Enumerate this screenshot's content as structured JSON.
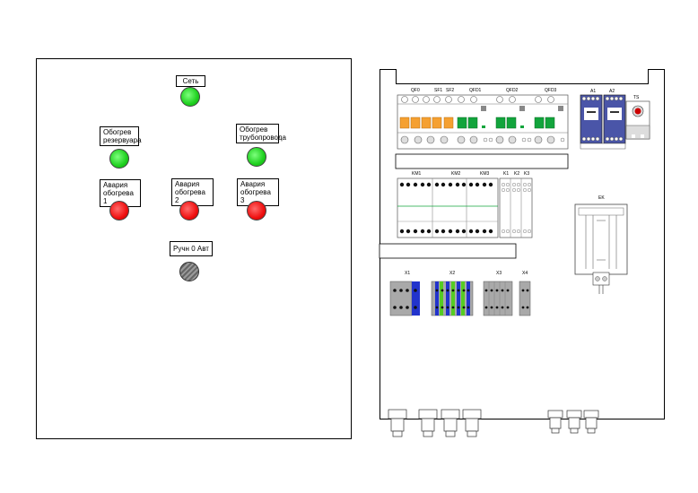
{
  "door": {
    "network_label": "Сеть",
    "tank_heating_label": "Обогрев резервуара",
    "pipeline_heating_label": "Обогрев трубопровода",
    "alarm1_label": "Авария обогрева 1",
    "alarm2_label": "Авария обогрева 2",
    "alarm3_label": "Авария обогрева 3",
    "mode_switch_label": "Ручн 0 Авт"
  },
  "mounting": {
    "row1": [
      "QF0",
      "SF1",
      "SF2",
      "QFD1",
      "QFD2",
      "QFD3",
      "A1",
      "A2",
      "TS"
    ],
    "row2": [
      "KM1",
      "KM2",
      "KM3",
      "K1",
      "K2",
      "K3"
    ],
    "heater": "EK",
    "terminals": [
      "X1",
      "X2",
      "X3",
      "X4"
    ]
  },
  "colors": {
    "lamp_green": "#1ed01e",
    "lamp_red": "#f01010",
    "breaker_orange": "#f5a031",
    "breaker_green": "#12a43c",
    "relay_blue": "#4a55a8",
    "terminal_blue": "#2233cc",
    "terminal_green": "#55cc22",
    "terminal_gray": "#a9a9a9"
  }
}
